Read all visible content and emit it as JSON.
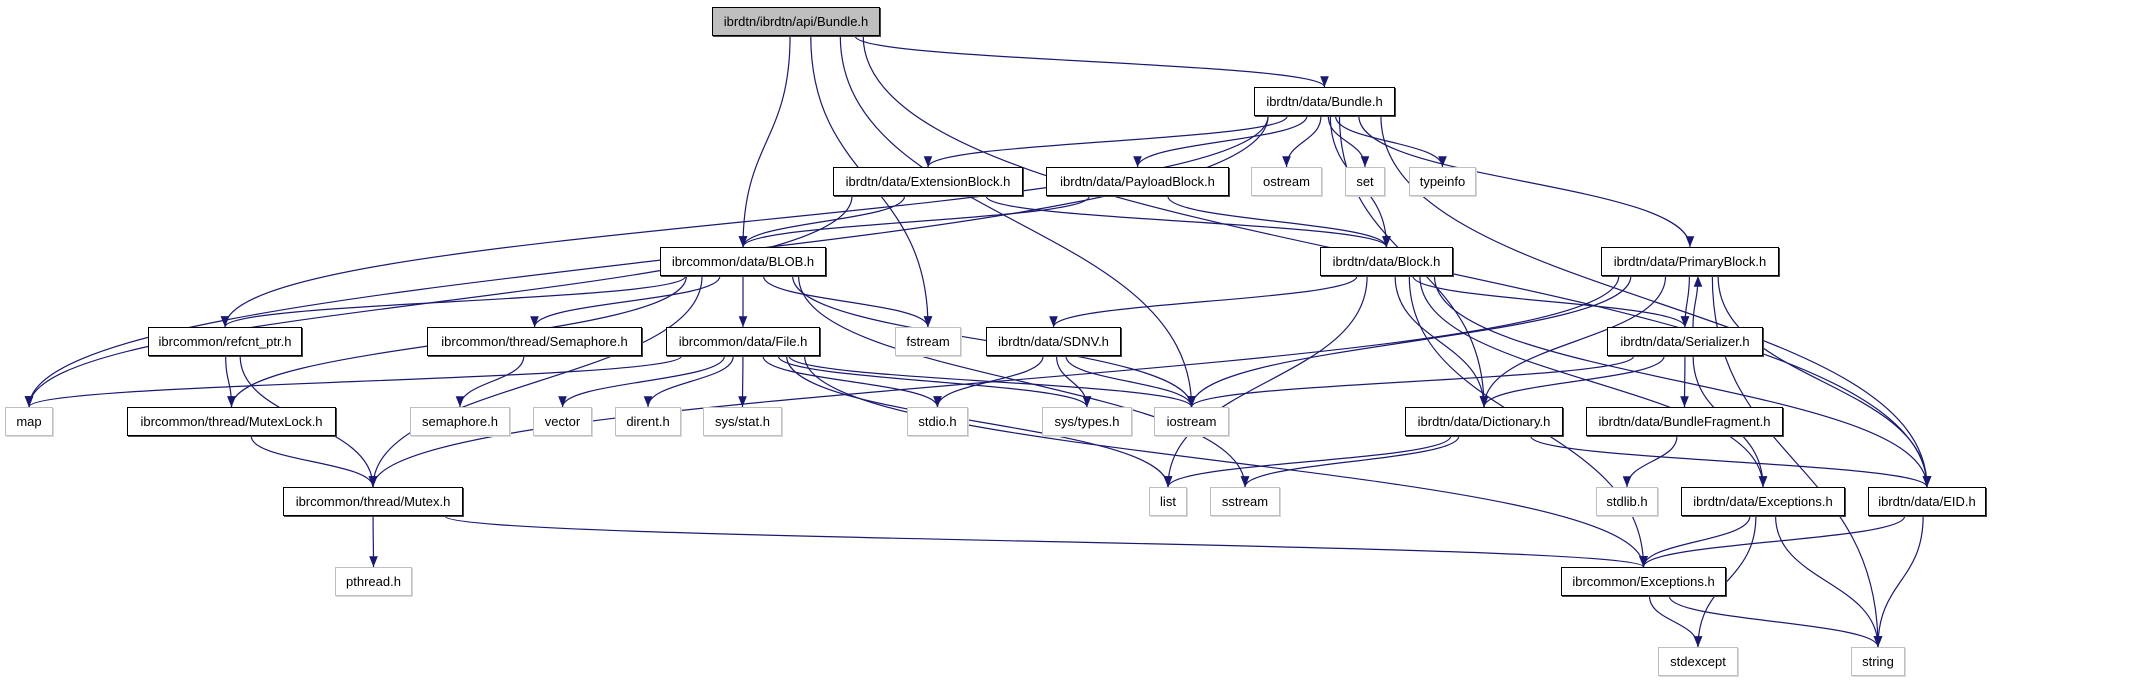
{
  "edge_color": "#191970",
  "root_fill": "#bfbfbf",
  "nodes": [
    {
      "id": "api_bundle",
      "label": "ibrdtn/ibrdtn/api/Bundle.h",
      "kind": "root"
    },
    {
      "id": "data_bundle",
      "label": "ibrdtn/data/Bundle.h",
      "kind": "doc"
    },
    {
      "id": "extblock",
      "label": "ibrdtn/data/ExtensionBlock.h",
      "kind": "doc"
    },
    {
      "id": "payload",
      "label": "ibrdtn/data/PayloadBlock.h",
      "kind": "doc"
    },
    {
      "id": "ostream",
      "label": "ostream",
      "kind": "sys"
    },
    {
      "id": "set",
      "label": "set",
      "kind": "sys"
    },
    {
      "id": "typeinfo",
      "label": "typeinfo",
      "kind": "sys"
    },
    {
      "id": "blob",
      "label": "ibrcommon/data/BLOB.h",
      "kind": "doc"
    },
    {
      "id": "block",
      "label": "ibrdtn/data/Block.h",
      "kind": "doc"
    },
    {
      "id": "primary",
      "label": "ibrdtn/data/PrimaryBlock.h",
      "kind": "doc"
    },
    {
      "id": "refcnt",
      "label": "ibrcommon/refcnt_ptr.h",
      "kind": "doc"
    },
    {
      "id": "semaphore_h",
      "label": "ibrcommon/thread/Semaphore.h",
      "kind": "doc"
    },
    {
      "id": "file",
      "label": "ibrcommon/data/File.h",
      "kind": "doc"
    },
    {
      "id": "fstream",
      "label": "fstream",
      "kind": "sys"
    },
    {
      "id": "sdnv",
      "label": "ibrdtn/data/SDNV.h",
      "kind": "doc"
    },
    {
      "id": "serializer",
      "label": "ibrdtn/data/Serializer.h",
      "kind": "doc"
    },
    {
      "id": "map",
      "label": "map",
      "kind": "sys"
    },
    {
      "id": "mutexlock",
      "label": "ibrcommon/thread/MutexLock.h",
      "kind": "doc"
    },
    {
      "id": "semaphore_sys",
      "label": "semaphore.h",
      "kind": "sys"
    },
    {
      "id": "vector",
      "label": "vector",
      "kind": "sys"
    },
    {
      "id": "dirent",
      "label": "dirent.h",
      "kind": "sys"
    },
    {
      "id": "sysstat",
      "label": "sys/stat.h",
      "kind": "sys"
    },
    {
      "id": "stdio",
      "label": "stdio.h",
      "kind": "sys"
    },
    {
      "id": "systypes",
      "label": "sys/types.h",
      "kind": "sys"
    },
    {
      "id": "iostream",
      "label": "iostream",
      "kind": "sys"
    },
    {
      "id": "dictionary",
      "label": "ibrdtn/data/Dictionary.h",
      "kind": "doc"
    },
    {
      "id": "bundlefrag",
      "label": "ibrdtn/data/BundleFragment.h",
      "kind": "doc"
    },
    {
      "id": "mutex",
      "label": "ibrcommon/thread/Mutex.h",
      "kind": "doc"
    },
    {
      "id": "list",
      "label": "list",
      "kind": "sys"
    },
    {
      "id": "sstream",
      "label": "sstream",
      "kind": "sys"
    },
    {
      "id": "stdlib",
      "label": "stdlib.h",
      "kind": "sys"
    },
    {
      "id": "data_exc",
      "label": "ibrdtn/data/Exceptions.h",
      "kind": "doc"
    },
    {
      "id": "eid",
      "label": "ibrdtn/data/EID.h",
      "kind": "doc"
    },
    {
      "id": "pthread",
      "label": "pthread.h",
      "kind": "sys"
    },
    {
      "id": "common_exc",
      "label": "ibrcommon/Exceptions.h",
      "kind": "doc"
    },
    {
      "id": "stdexcept",
      "label": "stdexcept",
      "kind": "sys"
    },
    {
      "id": "string",
      "label": "string",
      "kind": "sys"
    }
  ],
  "edges": [
    [
      "api_bundle",
      "data_bundle"
    ],
    [
      "api_bundle",
      "blob"
    ],
    [
      "api_bundle",
      "fstream"
    ],
    [
      "api_bundle",
      "iostream"
    ],
    [
      "api_bundle",
      "eid"
    ],
    [
      "data_bundle",
      "map"
    ],
    [
      "data_bundle",
      "refcnt"
    ],
    [
      "data_bundle",
      "extblock"
    ],
    [
      "data_bundle",
      "payload"
    ],
    [
      "data_bundle",
      "ostream"
    ],
    [
      "data_bundle",
      "set"
    ],
    [
      "data_bundle",
      "typeinfo"
    ],
    [
      "data_bundle",
      "block"
    ],
    [
      "data_bundle",
      "dictionary"
    ],
    [
      "data_bundle",
      "primary"
    ],
    [
      "data_bundle",
      "eid"
    ],
    [
      "extblock",
      "map"
    ],
    [
      "extblock",
      "blob"
    ],
    [
      "extblock",
      "block"
    ],
    [
      "payload",
      "blob"
    ],
    [
      "payload",
      "block"
    ],
    [
      "blob",
      "refcnt"
    ],
    [
      "blob",
      "mutexlock"
    ],
    [
      "blob",
      "mutex"
    ],
    [
      "blob",
      "semaphore_h"
    ],
    [
      "blob",
      "file"
    ],
    [
      "blob",
      "fstream"
    ],
    [
      "blob",
      "sstream"
    ],
    [
      "blob",
      "iostream"
    ],
    [
      "block",
      "sdnv"
    ],
    [
      "block",
      "serializer"
    ],
    [
      "block",
      "dictionary"
    ],
    [
      "block",
      "list"
    ],
    [
      "block",
      "common_exc"
    ],
    [
      "block",
      "eid"
    ],
    [
      "block",
      "data_exc"
    ],
    [
      "primary",
      "serializer"
    ],
    [
      "primary",
      "iostream"
    ],
    [
      "primary",
      "mutex"
    ],
    [
      "primary",
      "dictionary"
    ],
    [
      "primary",
      "eid"
    ],
    [
      "primary",
      "string"
    ],
    [
      "serializer",
      "primary"
    ],
    [
      "serializer",
      "iostream"
    ],
    [
      "serializer",
      "dictionary"
    ],
    [
      "serializer",
      "bundlefrag"
    ],
    [
      "serializer",
      "data_exc"
    ],
    [
      "refcnt",
      "mutexlock"
    ],
    [
      "refcnt",
      "mutex"
    ],
    [
      "semaphore_h",
      "semaphore_sys"
    ],
    [
      "file",
      "map"
    ],
    [
      "file",
      "vector"
    ],
    [
      "file",
      "dirent"
    ],
    [
      "file",
      "sysstat"
    ],
    [
      "file",
      "stdio"
    ],
    [
      "file",
      "systypes"
    ],
    [
      "file",
      "iostream"
    ],
    [
      "file",
      "list"
    ],
    [
      "file",
      "common_exc"
    ],
    [
      "sdnv",
      "stdio"
    ],
    [
      "sdnv",
      "systypes"
    ],
    [
      "sdnv",
      "iostream"
    ],
    [
      "mutexlock",
      "mutex"
    ],
    [
      "mutex",
      "pthread"
    ],
    [
      "mutex",
      "common_exc"
    ],
    [
      "dictionary",
      "list"
    ],
    [
      "dictionary",
      "sstream"
    ],
    [
      "dictionary",
      "eid"
    ],
    [
      "bundlefrag",
      "stdlib"
    ],
    [
      "data_exc",
      "common_exc"
    ],
    [
      "data_exc",
      "stdexcept"
    ],
    [
      "data_exc",
      "string"
    ],
    [
      "eid",
      "common_exc"
    ],
    [
      "eid",
      "string"
    ],
    [
      "common_exc",
      "stdexcept"
    ],
    [
      "common_exc",
      "string"
    ]
  ]
}
